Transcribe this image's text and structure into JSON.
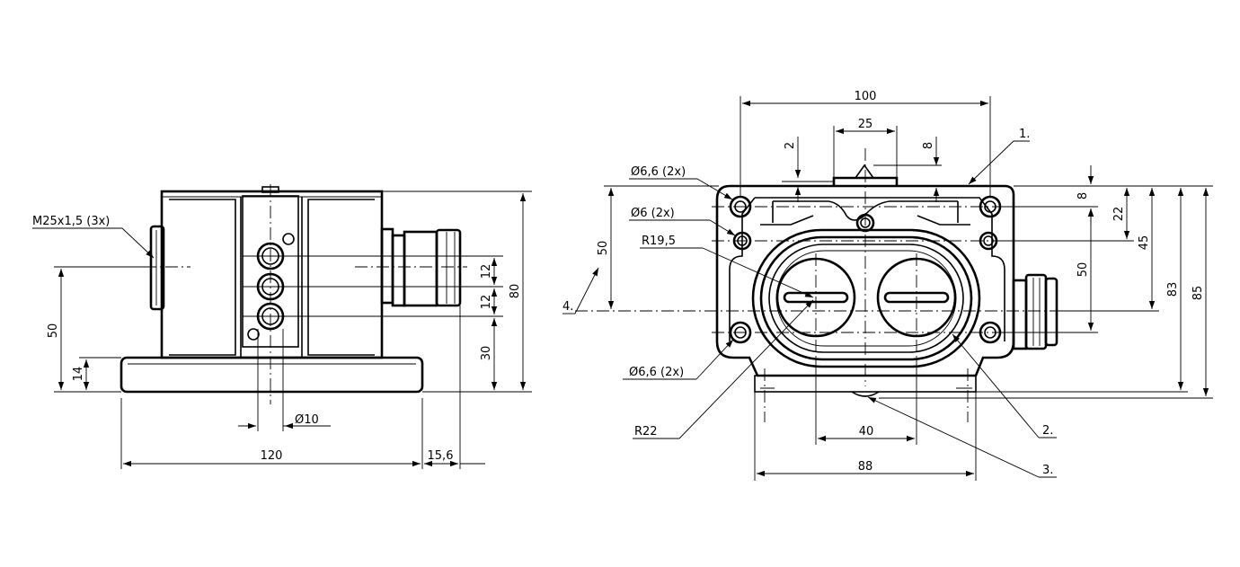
{
  "side_view": {
    "thread": "M25x1,5 (3x)",
    "dim_50": "50",
    "dim_14": "14",
    "dim_12a": "12",
    "dim_12b": "12",
    "dim_30": "30",
    "dim_80": "80",
    "dim_dia10": "10",
    "dim_120": "120",
    "dim_15_6": "15,6"
  },
  "front_view": {
    "dim_100": "100",
    "dim_25": "25",
    "dim_2": "2",
    "dim_8_top": "8",
    "hole_66_top": "6,6 (2x)",
    "hole_6": "6 (2x)",
    "radius_195": "R19,5",
    "dim_50_left": "50",
    "dim_8_right": "8",
    "dim_22": "22",
    "dim_45": "45",
    "dim_50_right": "50",
    "dim_83": "83",
    "dim_85": "85",
    "hole_66_bottom": "6,6 (2x)",
    "radius_22": "R22",
    "dim_40": "40",
    "dim_88": "88"
  },
  "callouts": {
    "c1": "1.",
    "c2": "2.",
    "c3": "3.",
    "c4": "4."
  },
  "symbols": {
    "diameter": "Ø"
  }
}
